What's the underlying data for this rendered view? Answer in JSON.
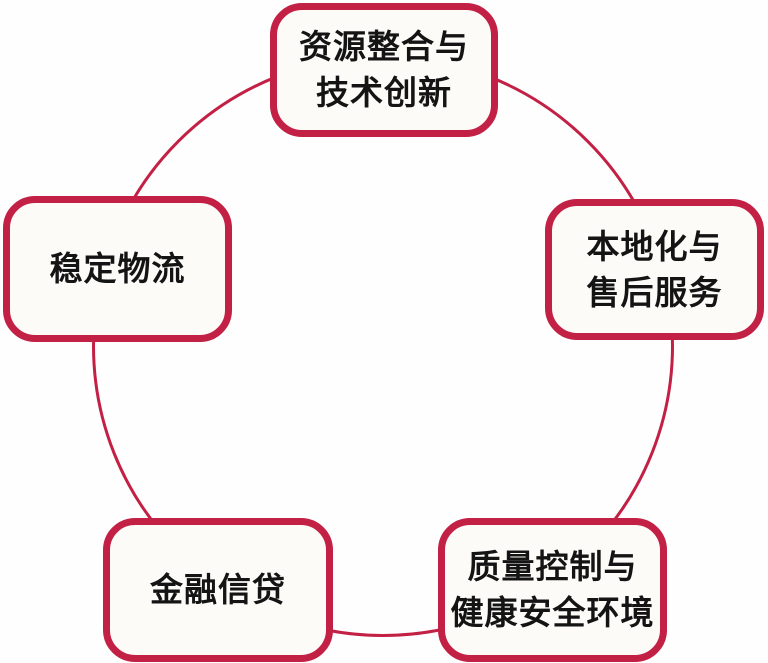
{
  "diagram": {
    "type": "cycle",
    "accent_color": "#C32045",
    "box_fill": "#FCFBF8",
    "background_color": "#FEFEFE",
    "text_color": "#141414",
    "nodes": [
      {
        "id": "resource-integration",
        "position": "top",
        "label": "资源整合与技术创新",
        "lines": [
          "资源整合与",
          "技术创新"
        ]
      },
      {
        "id": "localization-after-sales",
        "position": "right",
        "label": "本地化与售后服务",
        "lines": [
          "本地化与",
          "售后服务"
        ]
      },
      {
        "id": "stable-logistics",
        "position": "left",
        "label": "稳定物流",
        "lines": [
          "稳定物流"
        ]
      },
      {
        "id": "financial-credit",
        "position": "bottom-left",
        "label": "金融信贷",
        "lines": [
          "金融信贷"
        ]
      },
      {
        "id": "quality-hse",
        "position": "bottom-right",
        "label": "质量控制与健康安全环境",
        "lines": [
          "质量控制与",
          "健康安全环境"
        ]
      }
    ]
  }
}
